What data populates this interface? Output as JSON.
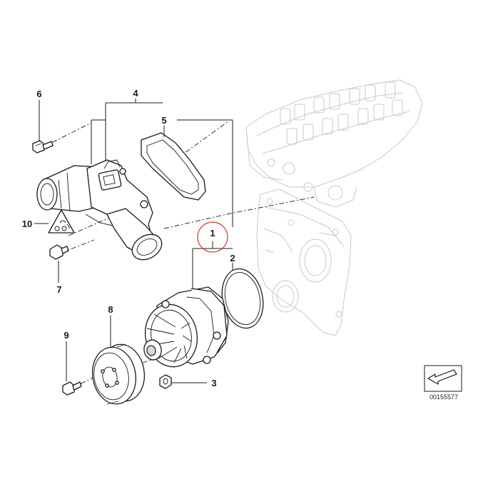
{
  "diagram": {
    "callouts": [
      {
        "id": "6",
        "label": "6"
      },
      {
        "id": "4",
        "label": "4"
      },
      {
        "id": "5",
        "label": "5"
      },
      {
        "id": "10",
        "label": "10"
      },
      {
        "id": "1",
        "label": "1"
      },
      {
        "id": "2",
        "label": "2"
      },
      {
        "id": "7",
        "label": "7"
      },
      {
        "id": "8",
        "label": "8"
      },
      {
        "id": "9",
        "label": "9"
      },
      {
        "id": "3",
        "label": "3"
      }
    ],
    "document_number": "00155577",
    "highlight_color": "#c0392b",
    "line_color": "#1a1a1a",
    "ghost_color": "#c9c9c9"
  }
}
